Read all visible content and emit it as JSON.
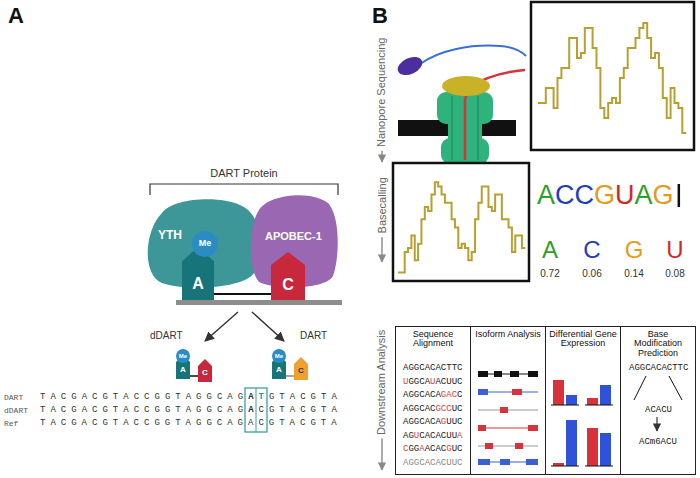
{
  "diagram": {
    "nodes": [
      {
        "text": [
          "YTH"
        ]
      },
      {
        "text": [
          "A"
        ],
        "in": 0
      },
      {
        "text": [
          "Me"
        ],
        "in": 0
      },
      {
        "text": [
          "APOBEC-1"
        ]
      },
      {
        "text": [
          "C"
        ],
        "in": 3
      },
      {
        "text": [
          "Sequence Alignment",
          "AGGCACACTTC",
          "UGGCAUACUUC",
          "AGGCACAGACC",
          "AGGCACGCCUC",
          "AGGCACAGUUC",
          "AGUCACACUUA",
          "CGGAACACGUC",
          "AGGCACACUUC"
        ]
      },
      {
        "text": [
          "Isoform Analysis"
        ]
      },
      {
        "text": [
          "Differential Gene Expression"
        ]
      },
      {
        "text": [
          "Base Modification Prediction",
          "AGGCACACTTC",
          "ACACU",
          "ACm6ACU"
        ]
      }
    ],
    "edges": [
      {
        "from": 1,
        "to": 4,
        "arrow": "none"
      }
    ],
    "labels": [
      "A",
      "DART Protein",
      "dDART",
      "DART",
      "A",
      "Me",
      "C",
      "A",
      "Me",
      "C",
      "DART",
      "dDART",
      "Ref",
      "TACGACGTACCGGTAGGCAGATGTACGTA",
      "TACGACGTACCGGTAGGCAGACGTACGTA",
      "TACGACGTACCGGTAGGCAGACGTACGTA",
      "B",
      "Nanopore Sequencing",
      "Basecalling",
      "Downstream Analysis",
      "ACCGUAG",
      "A",
      "C",
      "G",
      "U",
      "0.72",
      "0.06",
      "0.14",
      "0.08"
    ]
  }
}
